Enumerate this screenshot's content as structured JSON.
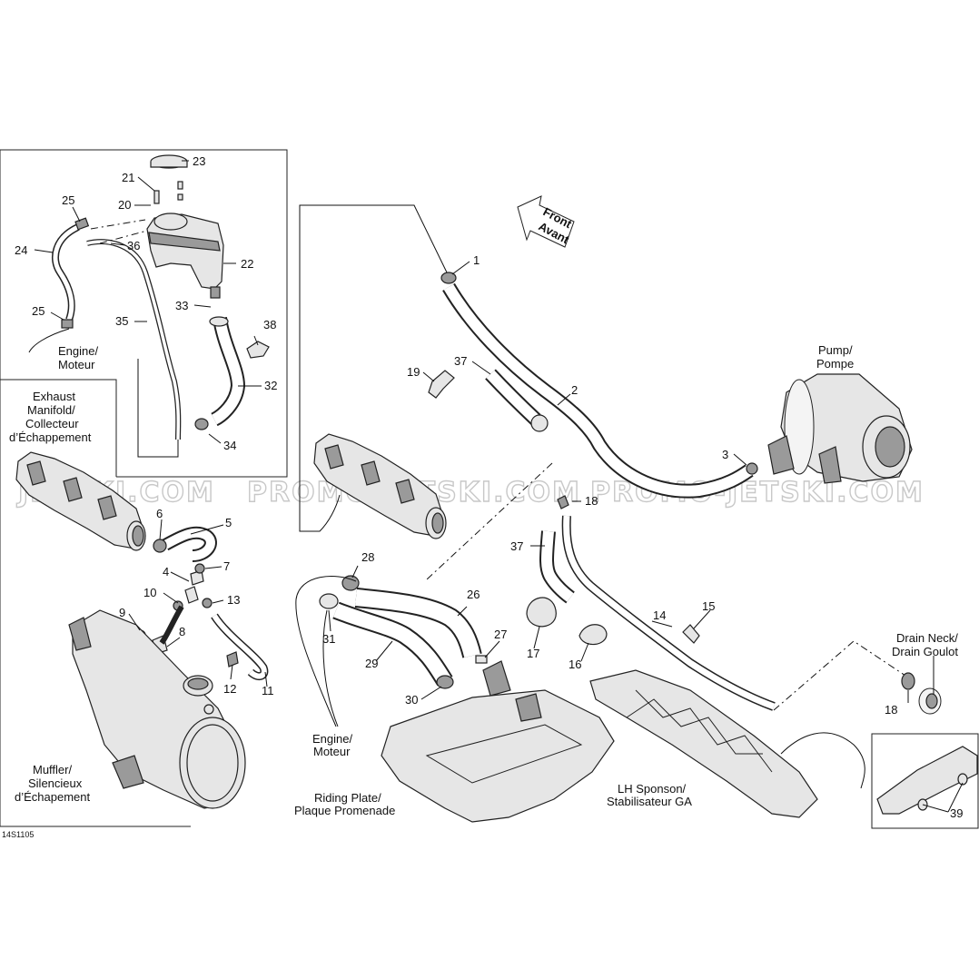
{
  "watermark": {
    "left": "JETSKI.COM",
    "middle": "PROMO-JETSKI.COM",
    "right": "PROMO-JETSKI.COM"
  },
  "front_arrow": {
    "line1": "Front",
    "line2": "Avant"
  },
  "drawing_code": "14S1105",
  "callouts": {
    "c1": "1",
    "c2": "2",
    "c3": "3",
    "c4": "4",
    "c5": "5",
    "c6": "6",
    "c7": "7",
    "c8": "8",
    "c9": "9",
    "c10": "10",
    "c11": "11",
    "c12": "12",
    "c13": "13",
    "c14": "14",
    "c15": "15",
    "c16": "16",
    "c17": "17",
    "c18a": "18",
    "c18b": "18",
    "c19": "19",
    "c20": "20",
    "c21": "21",
    "c22": "22",
    "c23": "23",
    "c24": "24",
    "c25a": "25",
    "c25b": "25",
    "c26": "26",
    "c27": "27",
    "c28": "28",
    "c29": "29",
    "c30": "30",
    "c31": "31",
    "c32": "32",
    "c33": "33",
    "c34": "34",
    "c35": "35",
    "c36": "36",
    "c37a": "37",
    "c37b": "37",
    "c38": "38",
    "c39": "39"
  },
  "labels": {
    "engine_inset": {
      "line1": "Engine/",
      "line2": "Moteur"
    },
    "exhaust_manifold": {
      "line1": "Exhaust",
      "line2": "Manifold/",
      "line3": "Collecteur",
      "line4": "d’Échappement"
    },
    "muffler": {
      "line1": "Muffler/",
      "line2": "Silencieux",
      "line3": "d’Échapement"
    },
    "pump": {
      "line1": "Pump/",
      "line2": "Pompe"
    },
    "drain_neck": {
      "line1": "Drain Neck/",
      "line2": "Drain Goulot"
    },
    "engine_main": {
      "line1": "Engine/",
      "line2": "Moteur"
    },
    "riding_plate": {
      "line1": "Riding Plate/",
      "line2": "Plaque Promenade"
    },
    "lh_sponson": {
      "line1": "LH Sponson/",
      "line2": "Stabilisateur GA"
    }
  }
}
